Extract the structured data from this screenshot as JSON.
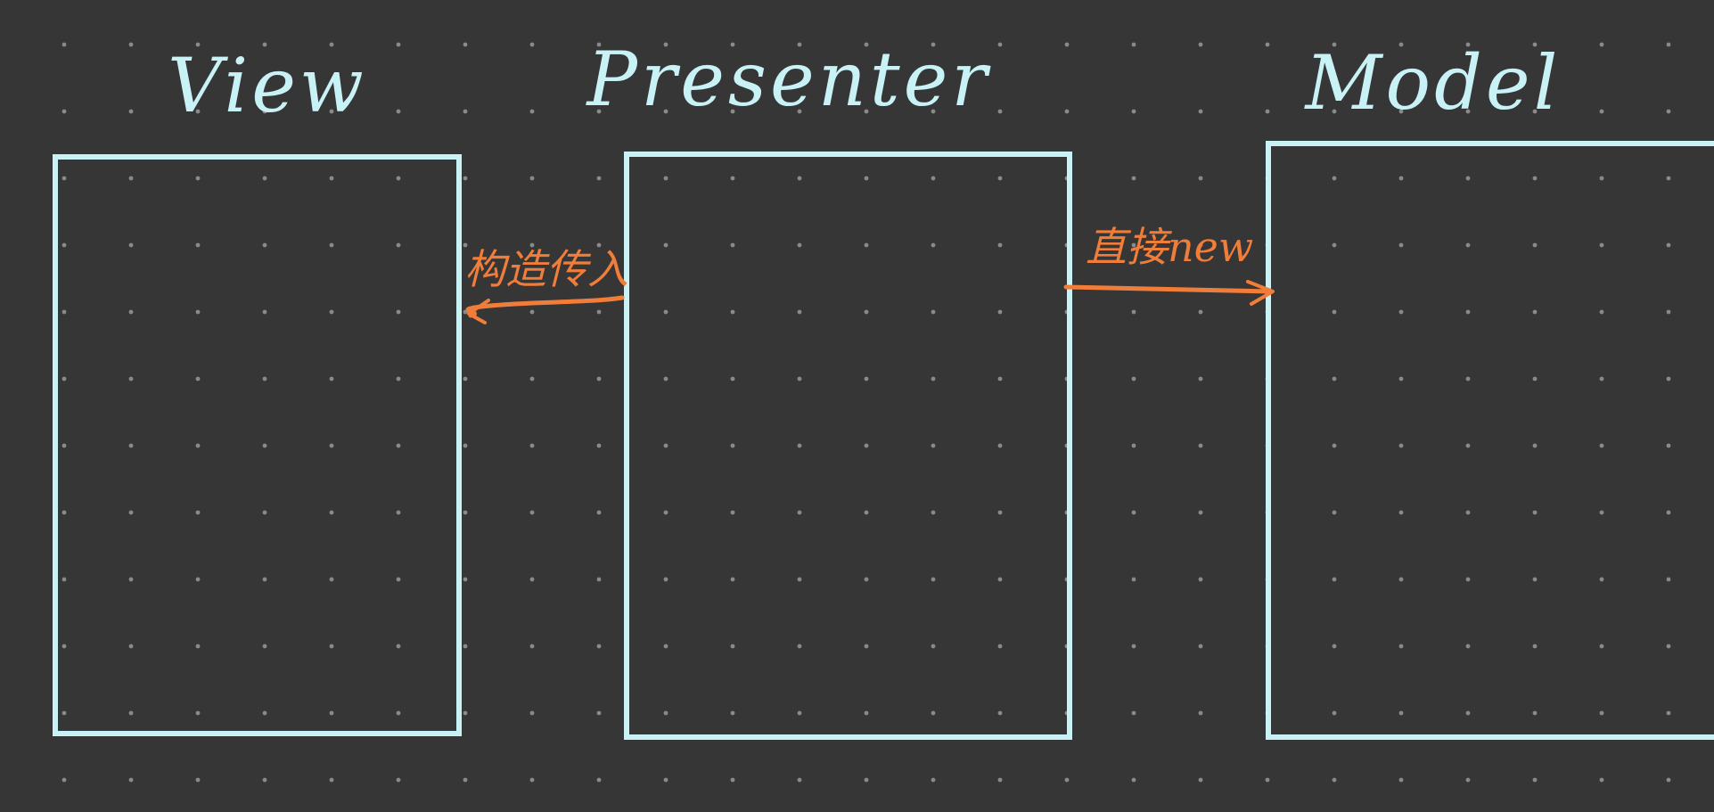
{
  "colors": {
    "background": "#363636",
    "grid_dot": "#8a8a8a",
    "box_stroke": "#c9f2f7",
    "arrow": "#f07d3a"
  },
  "nodes": {
    "view": {
      "title": "View"
    },
    "presenter": {
      "title": "Presenter"
    },
    "model": {
      "title": "Model"
    }
  },
  "edges": {
    "presenter_to_view": {
      "label": "构造传入"
    },
    "presenter_to_model": {
      "label": "直接new"
    }
  }
}
